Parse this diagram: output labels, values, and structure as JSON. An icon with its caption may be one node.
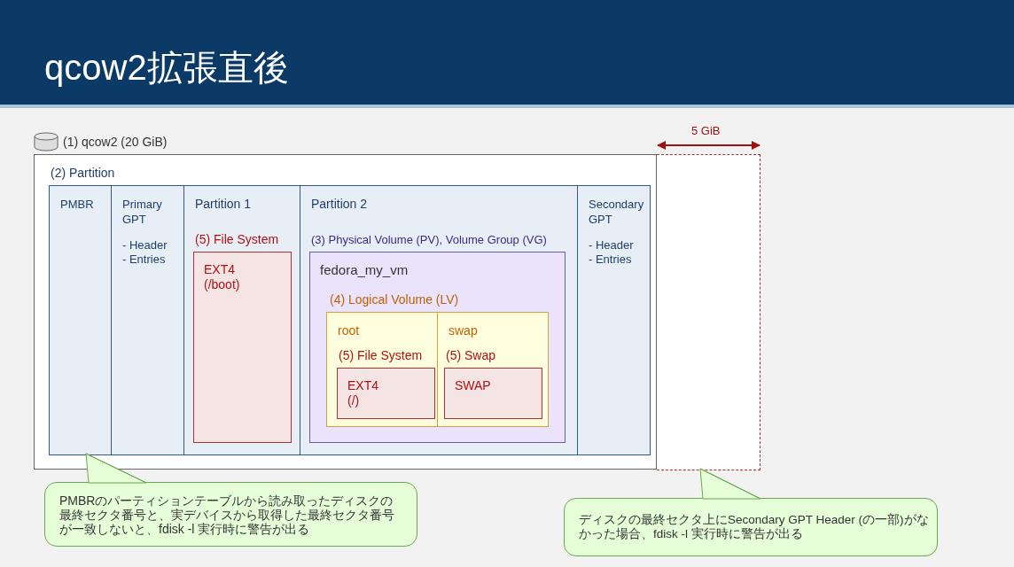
{
  "diagram": {
    "title": "qcow2拡張直後",
    "nodes": [
      {
        "text": [
          "(1) qcow2 (20 GiB)"
        ]
      },
      {
        "text": [
          "(2) Partition"
        ],
        "in": 0
      },
      {
        "text": [
          "PMBR"
        ],
        "in": 1
      },
      {
        "text": [
          "Primary GPT",
          "- Header",
          "- Entries"
        ],
        "in": 1
      },
      {
        "text": [
          "Partition 1"
        ],
        "in": 1
      },
      {
        "text": [
          "(5) File System",
          "EXT4 (/boot)"
        ],
        "in": 4
      },
      {
        "text": [
          "Partition 2"
        ],
        "in": 1
      },
      {
        "text": [
          "(3) Physical Volume (PV), Volume Group (VG)",
          "fedora_my_vm"
        ],
        "in": 6
      },
      {
        "text": [
          "(4) Logical Volume (LV)"
        ],
        "in": 7
      },
      {
        "text": [
          "root"
        ],
        "in": 8
      },
      {
        "text": [
          "(5) File System",
          "EXT4 (/)"
        ],
        "in": 9
      },
      {
        "text": [
          "swap"
        ],
        "in": 8
      },
      {
        "text": [
          "(5) Swap",
          "SWAP"
        ],
        "in": 11
      },
      {
        "text": [
          "Secondary GPT",
          "- Header",
          "- Entries"
        ],
        "in": 1
      },
      {
        "text": [],
        "shape": "box"
      },
      {
        "text": [
          "PMBRのパーティションテーブルから読み取ったディスクの最終セクタ番号と、実デバイスから取得した最終セクタ番号が一致しないと、fdisk -l 実行時に警告が出る"
        ]
      },
      {
        "text": [
          "ディスクの最終セクタ上にSecondary GPT Header (の一部)がなかった場合、fdisk -l 実行時に警告が出る"
        ]
      }
    ],
    "edges": [
      {
        "from": 15,
        "to": 2,
        "arrow": "none"
      },
      {
        "from": 16,
        "to": 14,
        "arrow": "none"
      }
    ],
    "labels": [
      "5 GiB"
    ]
  }
}
